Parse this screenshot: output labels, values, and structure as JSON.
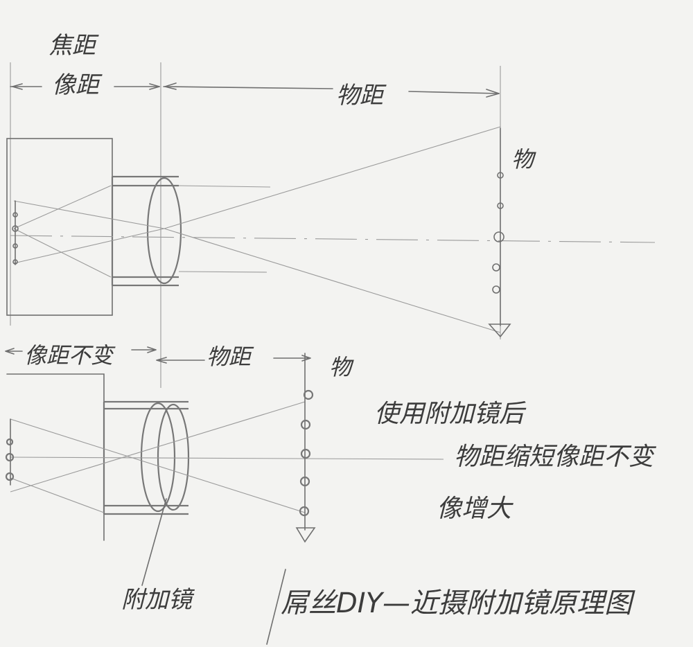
{
  "top_diagram": {
    "focal_length_label": "焦距",
    "image_distance_label": "像距",
    "object_distance_label": "物距",
    "object_label": "物"
  },
  "bottom_diagram": {
    "image_distance_unchanged_label": "像距不变",
    "object_distance_label": "物距",
    "object_label": "物",
    "addon_lens_label": "附加镜"
  },
  "notes": {
    "line1": "使用附加镜后",
    "line2": "物距缩短像距不变",
    "line3": "像增大"
  },
  "title": "屌丝DIY—近摄附加镜原理图"
}
